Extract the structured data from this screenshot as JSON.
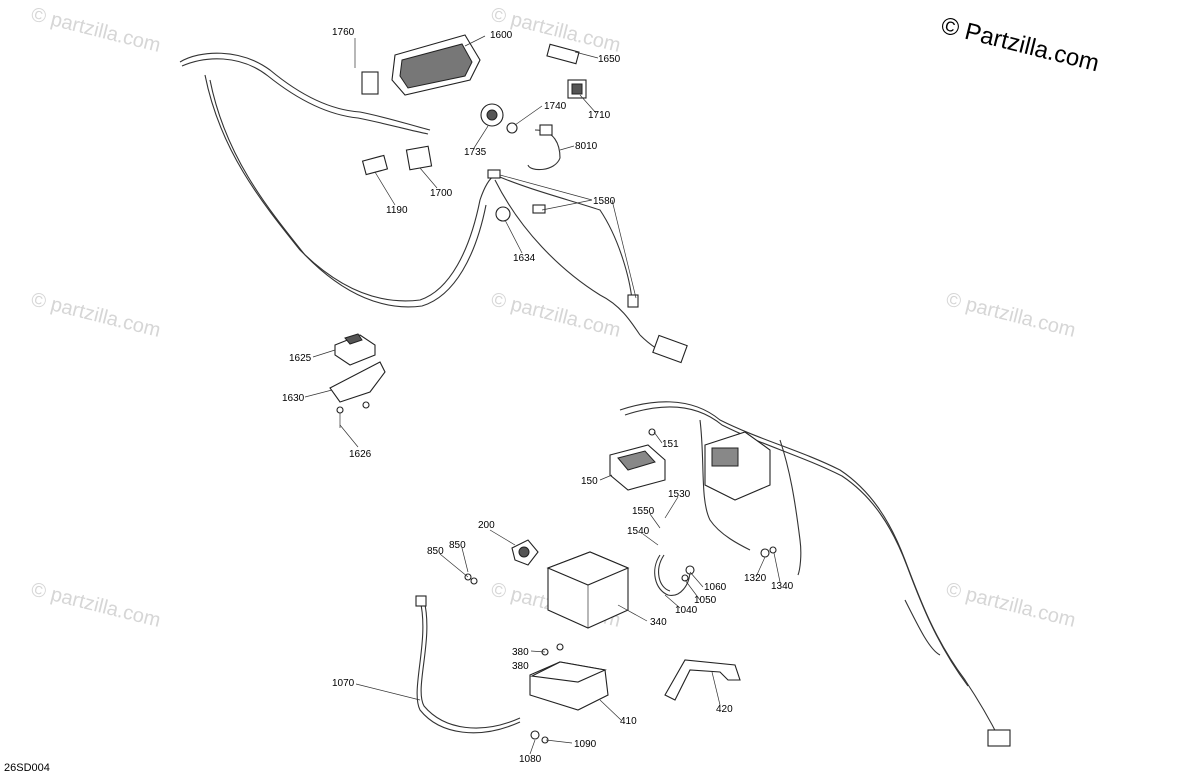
{
  "brand": "© Partzilla.com",
  "watermark_text": "© partzilla.com",
  "diagram_code": "26SD004",
  "callouts": [
    "1760",
    "1600",
    "1650",
    "1710",
    "1740",
    "1735",
    "8010",
    "1190",
    "1700",
    "1580",
    "1634",
    "1625",
    "1630",
    "1626",
    "151",
    "150",
    "1530",
    "1550",
    "1540",
    "200",
    "850",
    "850",
    "340",
    "1060",
    "1050",
    "1040",
    "1320",
    "1340",
    "380",
    "380",
    "410",
    "420",
    "1070",
    "1090",
    "1080"
  ]
}
